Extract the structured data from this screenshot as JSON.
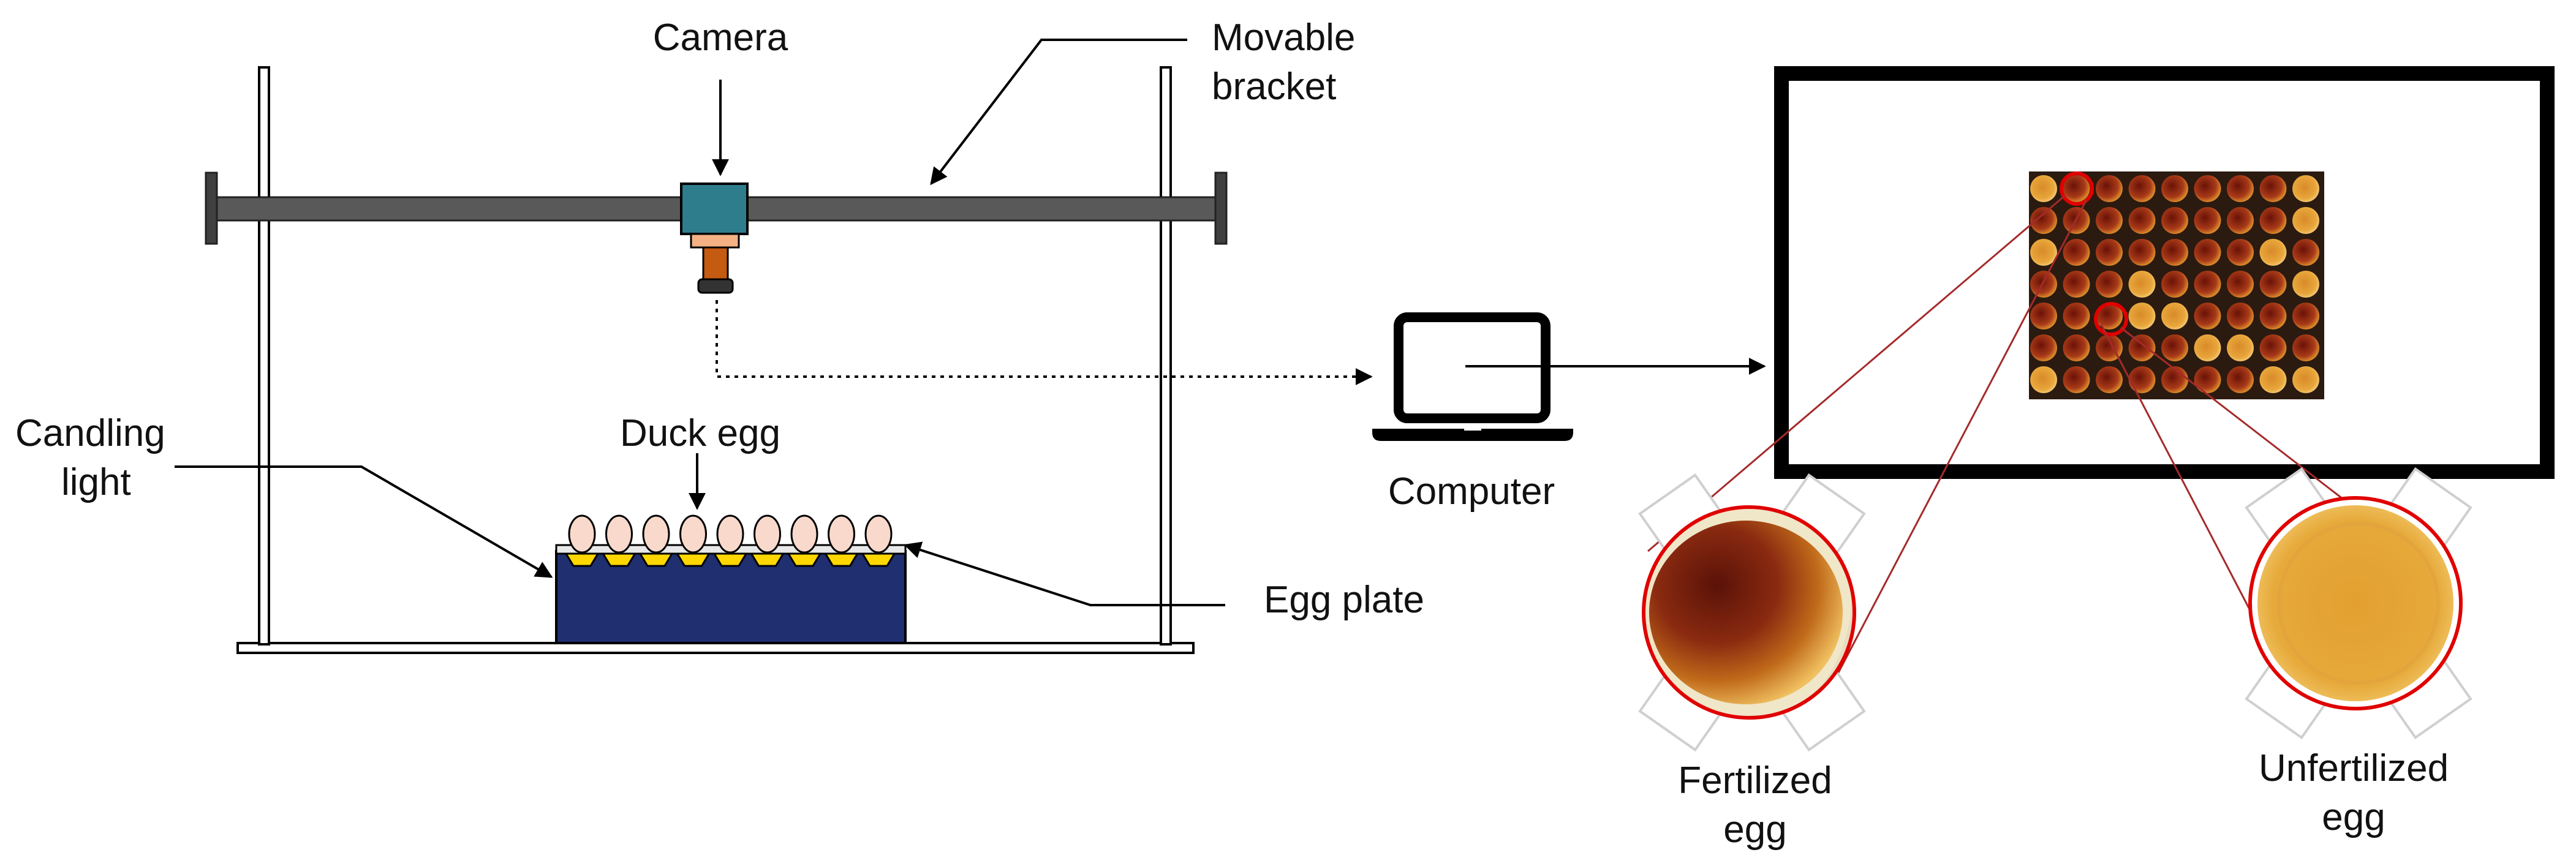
{
  "labels": {
    "camera": "Camera",
    "movable_bracket_line1": "Movable",
    "movable_bracket_line2": "bracket",
    "candling_light_line1": "Candling",
    "candling_light_line2": "light",
    "duck_egg": "Duck egg",
    "egg_plate": "Egg plate",
    "computer": "Computer",
    "fertilized_line1": "Fertilized",
    "fertilized_line2": "egg",
    "unfertilized_line1": "Unfertilized",
    "unfertilized_line2": "egg"
  },
  "icons": {
    "camera": "camera-icon",
    "computer": "laptop-icon",
    "egg": "egg-icon"
  },
  "colors": {
    "frame": "#000000",
    "bracket": "#595959",
    "camera_body": "#2E7D8C",
    "camera_lens": "#C55A11",
    "camera_collar": "#F4B183",
    "light_box": "#1F2F6F",
    "egg_holder": "#FFD700",
    "egg_shell": "#F8D9CB",
    "highlight_circle": "#E00000",
    "zoom_line": "#A52A2A",
    "egg_dark": "#8B2A1A",
    "egg_light": "#E8A63A"
  },
  "egg_grid": {
    "rows": 7,
    "columns": 9,
    "eggs_on_plate": 9
  }
}
